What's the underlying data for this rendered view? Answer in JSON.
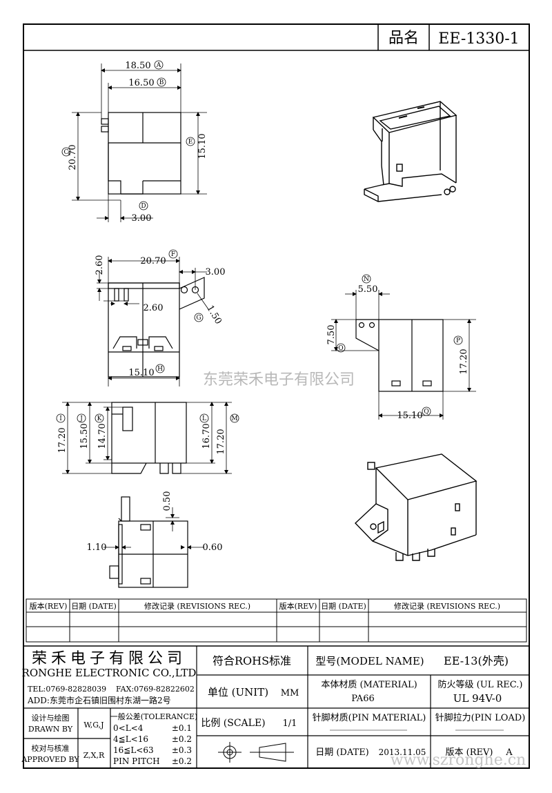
{
  "header": {
    "part_label": "品名",
    "part_number": "EE-1330-1"
  },
  "dims": {
    "A": "18.50",
    "B": "16.50",
    "C": "20.70",
    "E": "15.10",
    "D": "3.00",
    "F": "20.70",
    "F_right": "3.00",
    "G": "1.50",
    "H": "15.10",
    "side_left": "2.60",
    "side_mid": "2.60",
    "N": "5.50",
    "O": "7.50",
    "P": "17.20",
    "Q": "15.10",
    "I": "17.20",
    "J": "15.50",
    "K": "14.70",
    "L": "16.70",
    "M": "17.20",
    "top_gap": "0.50",
    "left_gap": "1.10",
    "right_gap": "0.60"
  },
  "letters": [
    "A",
    "B",
    "C",
    "D",
    "E",
    "F",
    "G",
    "H",
    "N",
    "O",
    "P",
    "Q",
    "I",
    "J",
    "K",
    "L",
    "M"
  ],
  "watermark": {
    "center": "东莞荣禾电子有限公司",
    "corner": "www.szronghe.cn"
  },
  "revisions": {
    "headers": [
      "版本(REV)",
      "日期 (DATE)",
      "修改记录 (REVISIONS REC.)",
      "版本(REV)",
      "日期 (DATE)",
      "修改记录 (REVISIONS REC.)"
    ]
  },
  "titleblock": {
    "company_cn": "荣禾电子有限公司",
    "company_en": "RONGHE ELECTRONIC CO.,LTD",
    "tel": "TEL:0769-82828039",
    "fax": "FAX:0769-82822602",
    "addr": "ADD:东莞市企石镇旧围村东湖一路2号",
    "rohs": "符合ROHS标准",
    "model_label": "型号(MODEL NAME)",
    "model_value": "EE-13(外壳)",
    "unit_label": "单位 (UNIT)",
    "unit_value": "MM",
    "material_label": "本体材质 (MATERIAL)",
    "material_value": "PA66",
    "ul_label": "防火等级 (UL REC.)",
    "ul_value": "UL 94V-0",
    "design_label_cn": "设计与绘图",
    "design_label_en": "DRAWN BY",
    "design_value": "W,G,J",
    "tolerance_title": "一般公差(TOLERANCE)",
    "tol": [
      {
        "range": "0<L<4",
        "value": "±0.1"
      },
      {
        "range": "4≦L<16",
        "value": "±0.2"
      },
      {
        "range": "16≦L<63",
        "value": "±0.3"
      },
      {
        "range": "PIN PITCH",
        "value": "±0.2"
      }
    ],
    "scale_label": "比例 (SCALE)",
    "scale_value": "1/1",
    "pin_material_label": "针脚材质(PIN MATERIAL)",
    "pin_load_label": "针脚拉力(PIN LOAD)",
    "check_label_cn": "校对与核准",
    "check_label_en": "APPROVED BY",
    "check_value": "Z,X,R",
    "date_label": "日期 (DATE)",
    "date_value": "2013.11.05",
    "rev_label": "版本 (REV)",
    "rev_value": "A"
  }
}
